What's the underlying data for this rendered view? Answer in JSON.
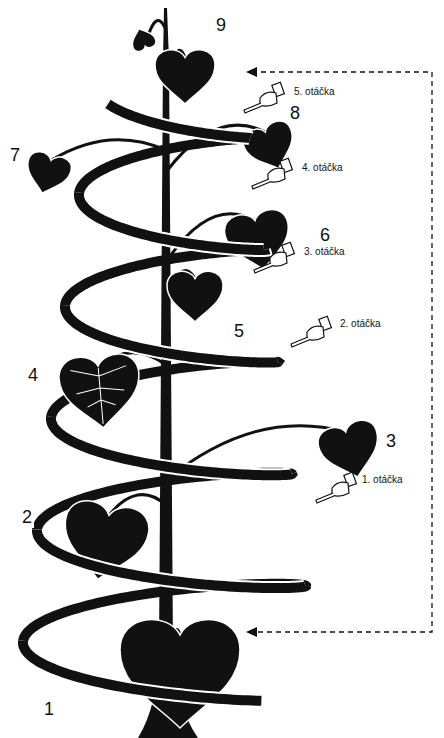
{
  "diagram": {
    "labels": [
      "1",
      "2",
      "3",
      "4",
      "5",
      "6",
      "7",
      "8",
      "9",
      "1. otáčka",
      "2. otáčka",
      "3. otáčka",
      "4. otáčka",
      "5. otáčka"
    ]
  }
}
